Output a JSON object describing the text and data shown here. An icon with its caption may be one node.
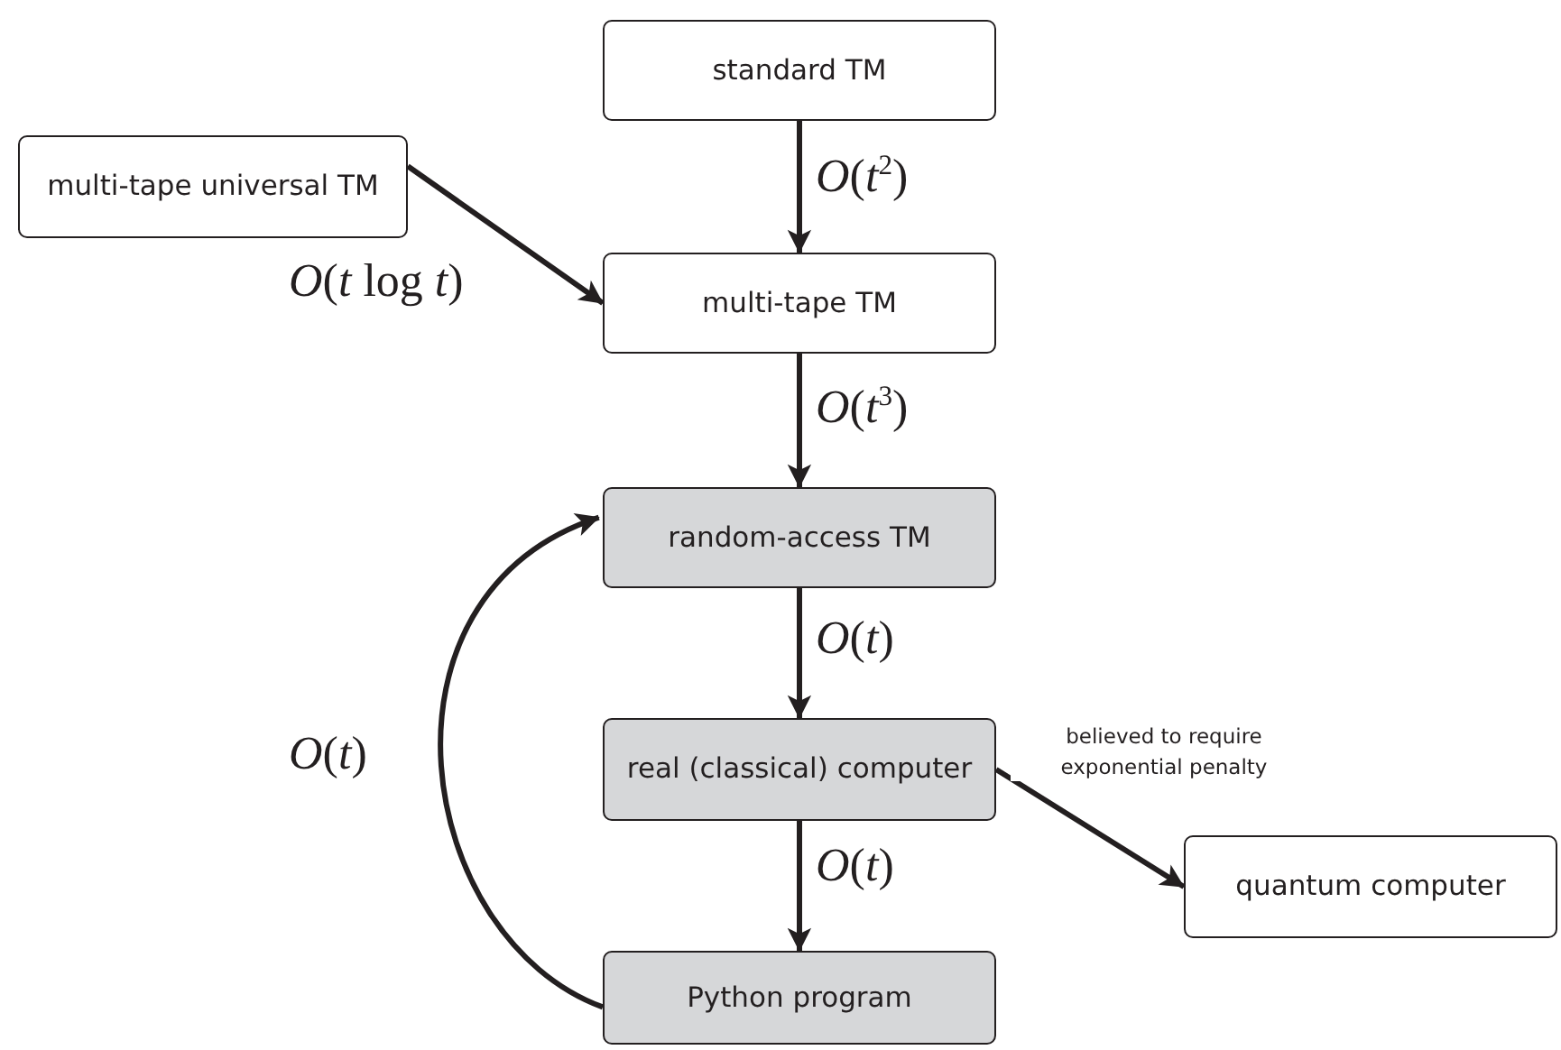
{
  "diagram": {
    "nodes": [
      {
        "text": [
          "standard TM"
        ]
      },
      {
        "text": [
          "multi-tape universal TM"
        ]
      },
      {
        "text": [
          "multi-tape TM"
        ]
      },
      {
        "text": [
          "random-access TM"
        ]
      },
      {
        "text": [
          "real (classical) computer"
        ]
      },
      {
        "text": [
          "quantum computer"
        ]
      },
      {
        "text": [
          "Python program"
        ]
      }
    ],
    "edges": [
      {
        "from": 0,
        "to": 2,
        "arrow": "to",
        "label": "*O*(*t*$^{2}$)"
      },
      {
        "from": 1,
        "to": 2,
        "arrow": "to",
        "label": "*O*(*t* log *t*)"
      },
      {
        "from": 2,
        "to": 3,
        "arrow": "to",
        "label": "*O*(*t*$^{3}$)"
      },
      {
        "from": 3,
        "to": 4,
        "arrow": "to",
        "label": "*O*(*t*)"
      },
      {
        "from": 4,
        "to": 6,
        "arrow": "to",
        "label": "*O*(*t*)"
      },
      {
        "from": 6,
        "to": 3,
        "arrow": "to",
        "label": "*O*(*t*)"
      },
      {
        "from": 4,
        "to": 5,
        "arrow": "to",
        "label": "believed to require exponential penalty"
      }
    ]
  }
}
